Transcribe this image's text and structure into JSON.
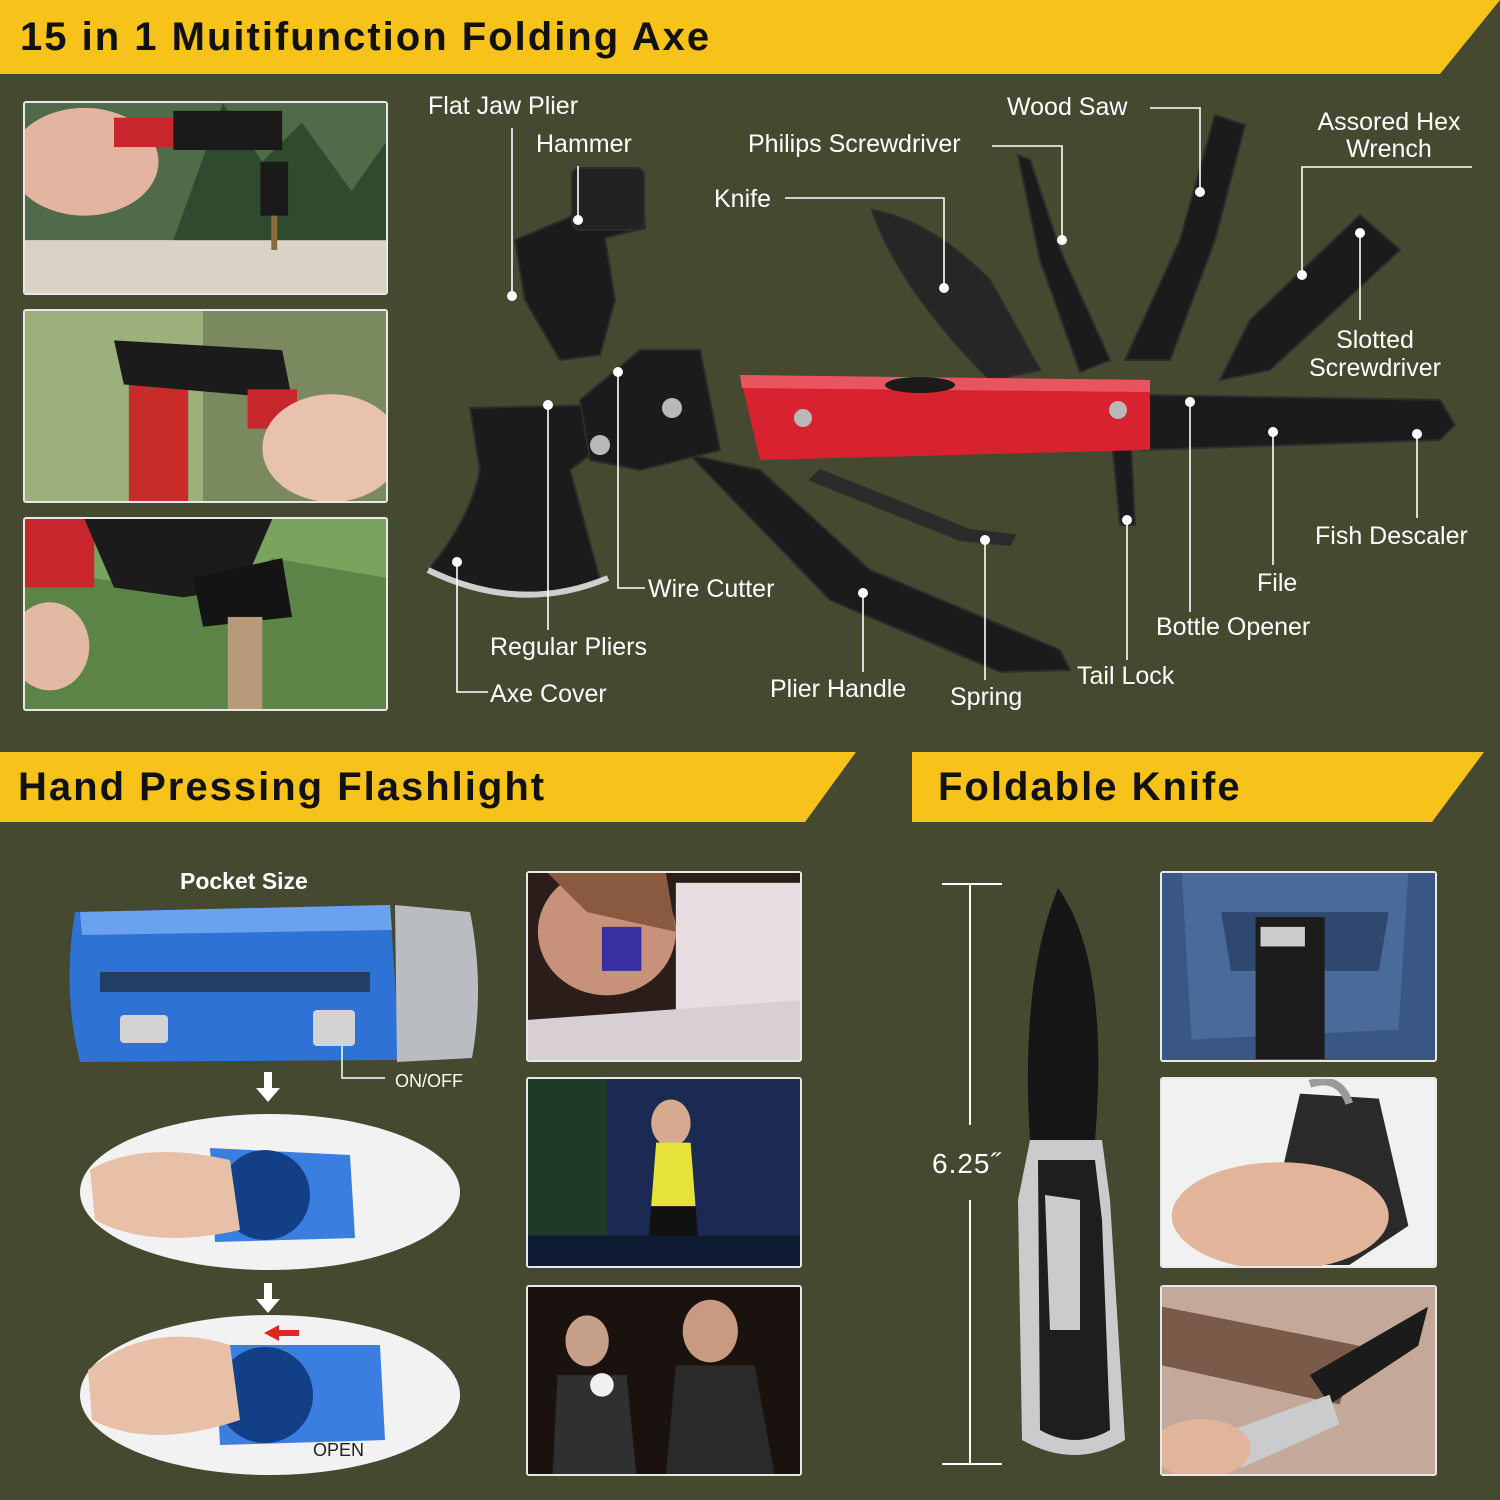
{
  "banners": {
    "top": "15 in 1 Muitifunction Folding Axe",
    "flashlight": "Hand Pressing Flashlight",
    "knife": "Foldable Knife"
  },
  "axe_labels": {
    "flat_jaw_plier": "Flat Jaw Plier",
    "hammer": "Hammer",
    "philips_screwdriver": "Philips Screwdriver",
    "wood_saw": "Wood Saw",
    "assored_hex_wrench_1": "Assored Hex",
    "assored_hex_wrench_2": "Wrench",
    "knife": "Knife",
    "slotted_screwdriver_1": "Slotted",
    "slotted_screwdriver_2": "Screwdriver",
    "fish_descaler": "Fish Descaler",
    "file": "File",
    "bottle_opener": "Bottle Opener",
    "tail_lock": "Tail Lock",
    "spring": "Spring",
    "plier_handle": "Plier Handle",
    "wire_cutter": "Wire Cutter",
    "regular_pliers": "Regular Pliers",
    "axe_cover": "Axe Cover"
  },
  "flashlight": {
    "pocket_size": "Pocket Size",
    "on_off": "ON/OFF",
    "open": "OPEN"
  },
  "knife": {
    "length": "6.25˝"
  },
  "colors": {
    "background": "#44492f",
    "banner": "#f7c21a",
    "handle_red": "#d8222f",
    "tool_black": "#1b1b1b"
  }
}
